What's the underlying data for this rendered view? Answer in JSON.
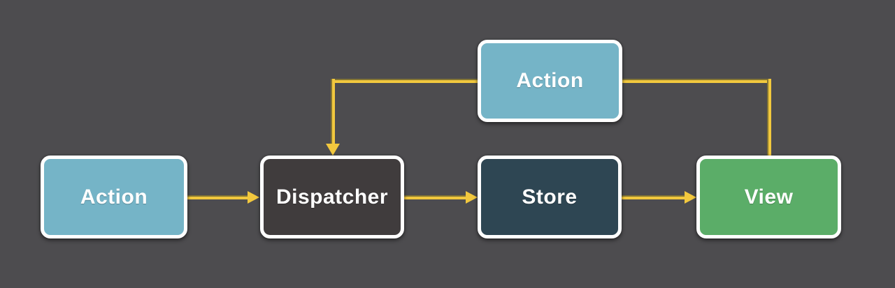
{
  "diagram": {
    "type": "flowchart",
    "subject": "flux-unidirectional-data-flow",
    "colors": {
      "background": "#4d4c4f",
      "arrow": "#f2c83e",
      "arrow_shade": "#857634",
      "node_border": "#ffffff",
      "text": "#ffffff",
      "action_fill": "#75b4c7",
      "dispatcher_fill": "#403c3d",
      "store_fill": "#2e4653",
      "view_fill": "#5bad68"
    },
    "nodes": {
      "action_left": {
        "label": "Action",
        "fill": "#75b4c7"
      },
      "dispatcher": {
        "label": "Dispatcher",
        "fill": "#403c3d"
      },
      "store": {
        "label": "Store",
        "fill": "#2e4653"
      },
      "view": {
        "label": "View",
        "fill": "#5bad68"
      },
      "action_top": {
        "label": "Action",
        "fill": "#75b4c7"
      }
    },
    "edges": [
      {
        "from": "action_left",
        "to": "dispatcher",
        "arrowhead": true,
        "direction": "right"
      },
      {
        "from": "dispatcher",
        "to": "store",
        "arrowhead": true,
        "direction": "right"
      },
      {
        "from": "store",
        "to": "view",
        "arrowhead": true,
        "direction": "right"
      },
      {
        "from": "view",
        "to": "action_top",
        "arrowhead": false,
        "direction": "up"
      },
      {
        "from": "action_top",
        "to": "dispatcher",
        "arrowhead": true,
        "direction": "down"
      }
    ]
  }
}
